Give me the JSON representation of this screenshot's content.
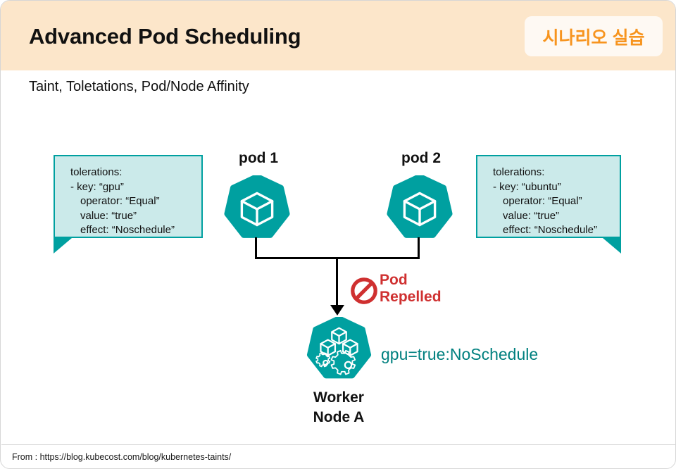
{
  "header": {
    "title": "Advanced Pod Scheduling",
    "badge_label": "시나리오 실습",
    "background_color": "#fce6ca",
    "badge_background_color": "#fef9f3",
    "badge_text_color": "#f7941e"
  },
  "subtitle": "Taint, Toletations, Pod/Node Affinity",
  "colors": {
    "teal": "#00a0a0",
    "teal_dark": "#00807f",
    "callout_fill": "#cbeaea",
    "red": "#cf3030",
    "line": "#000000"
  },
  "callouts": [
    {
      "id": "left",
      "tail": "bottom-left",
      "lines": [
        {
          "text": "tolerations:",
          "indent": false
        },
        {
          "text": "- key: “gpu”",
          "indent": false
        },
        {
          "text": "operator: “Equal”",
          "indent": true
        },
        {
          "text": "value: “true”",
          "indent": true
        },
        {
          "text": "effect: “Noschedule”",
          "indent": true
        }
      ]
    },
    {
      "id": "right",
      "tail": "bottom-right",
      "lines": [
        {
          "text": "tolerations:",
          "indent": false
        },
        {
          "text": "- key: “ubuntu”",
          "indent": false
        },
        {
          "text": "operator: “Equal”",
          "indent": true
        },
        {
          "text": "value: “true”",
          "indent": true
        },
        {
          "text": "effect: “Noschedule”",
          "indent": true
        }
      ]
    }
  ],
  "pods": [
    {
      "id": "pod1",
      "label": "pod 1",
      "icon": "cube-icon"
    },
    {
      "id": "pod2",
      "label": "pod 2",
      "icon": "cube-icon"
    }
  ],
  "repelled": {
    "icon": "no-entry-icon",
    "line1": "Pod",
    "line2": "Repelled"
  },
  "node": {
    "icon": "cubes-gears-icon",
    "label_line1": "Worker",
    "label_line2": "Node A",
    "taint": "gpu=true:NoSchedule"
  },
  "footer": {
    "text": "From : https://blog.kubecost.com/blog/kubernetes-taints/"
  }
}
